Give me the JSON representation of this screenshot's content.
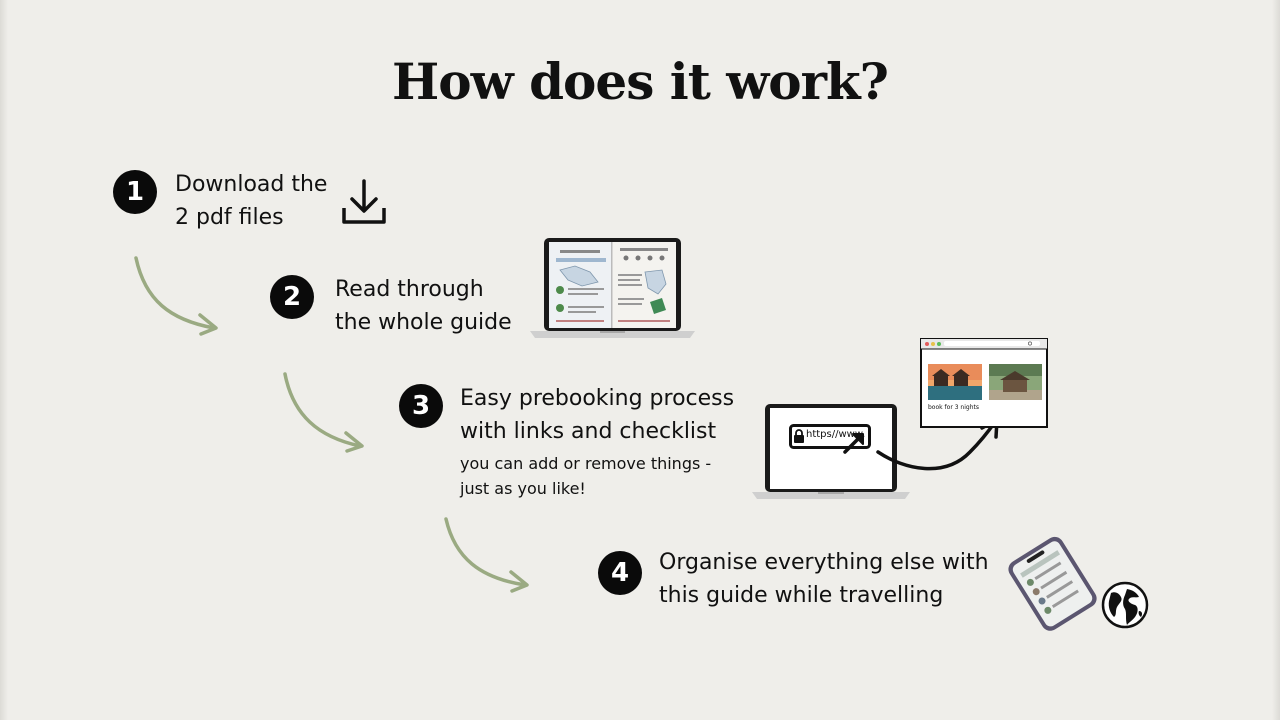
{
  "title": "How does it work?",
  "accent_arrow_color": "#9aaa82",
  "steps": [
    {
      "number": "1",
      "line1": "Download the",
      "line2": "2 pdf files",
      "icon": "download-icon"
    },
    {
      "number": "2",
      "line1": "Read through",
      "line2": "the whole guide",
      "icon": "laptop-guide-illustration"
    },
    {
      "number": "3",
      "line1": "Easy prebooking process",
      "line2": "with links and checklist",
      "sub1": "you can add or remove things -",
      "sub2": "just as you like!",
      "icon": "laptop-link-illustration"
    },
    {
      "number": "4",
      "line1": "Organise everything else with",
      "line2": "this guide while travelling",
      "icon": "phone-globe-illustration"
    }
  ],
  "illustrations": {
    "url_text": "https//www.",
    "booking_caption": "book for 3 nights"
  }
}
